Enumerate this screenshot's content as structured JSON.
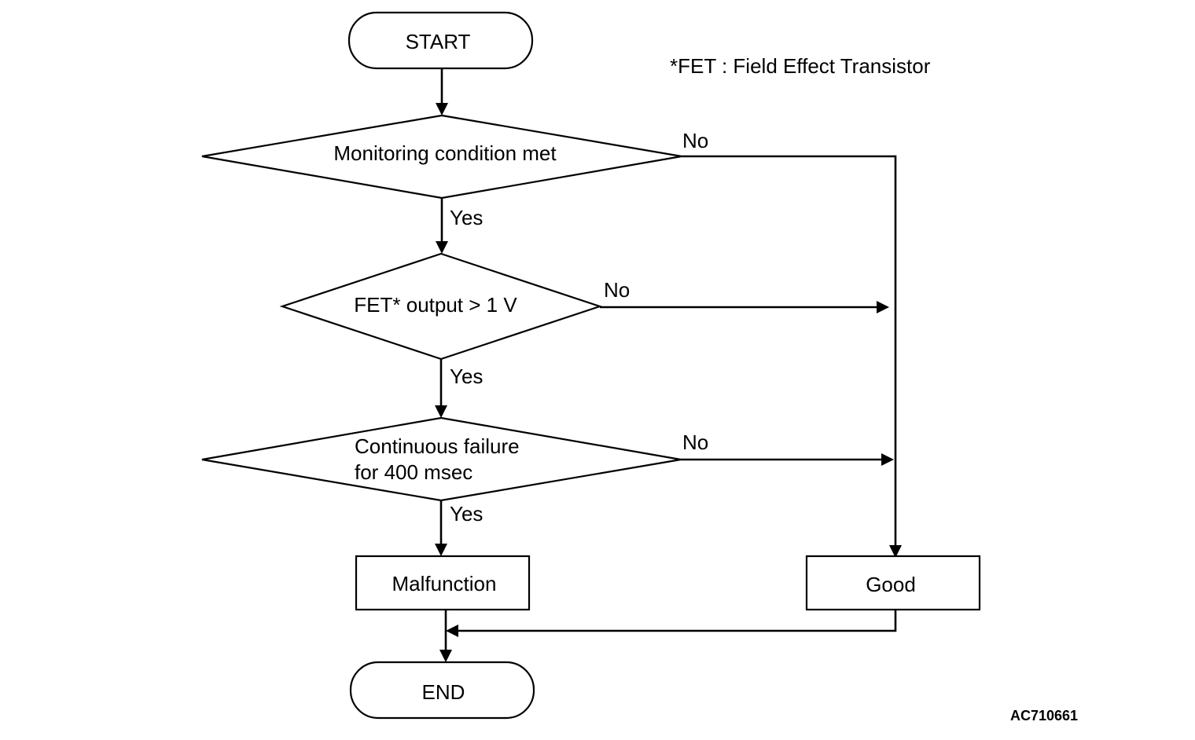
{
  "footnote": "*FET : Field Effect Transistor",
  "figure_code": "AC710661",
  "nodes": {
    "start": "START",
    "decision1": "Monitoring condition met",
    "decision2": "FET* output > 1 V",
    "decision3_line1": "Continuous failure",
    "decision3_line2": "for 400 msec",
    "malfunction": "Malfunction",
    "good": "Good",
    "end": "END"
  },
  "branches": {
    "d1_yes": "Yes",
    "d1_no": "No",
    "d2_yes": "Yes",
    "d2_no": "No",
    "d3_yes": "Yes",
    "d3_no": "No"
  }
}
